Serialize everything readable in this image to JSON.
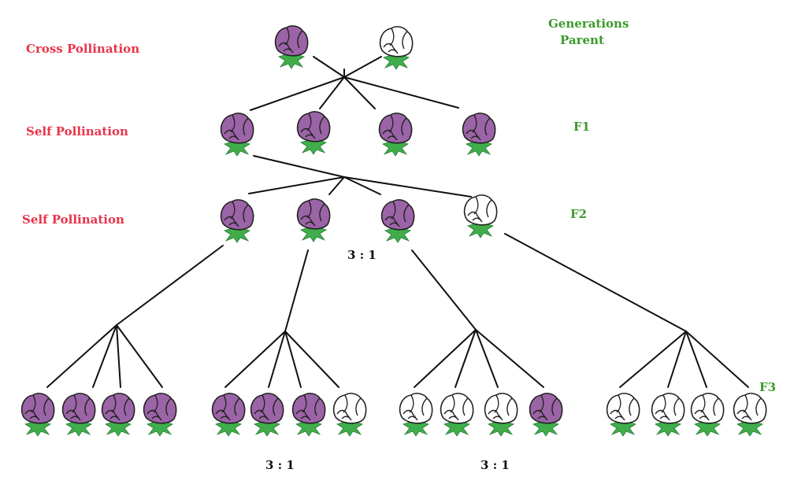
{
  "labels": {
    "cross_pollination": "Cross Pollination",
    "self_pollination_1": "Self Pollination",
    "self_pollination_2": "Self Pollination",
    "generations": "Generations",
    "parent": "Parent",
    "f1": "F1",
    "f2": "F2",
    "f3": "F3"
  },
  "ratios": {
    "f2_ratio": "3 : 1",
    "f3_group1_ratio": "3 : 1",
    "f3_group2_ratio": "3 : 1"
  },
  "colors": {
    "purple_flower": "#9b64a6",
    "white_flower": "#ffffff",
    "leaf": "#3fae4a",
    "pollination_label": "#e8344a",
    "generation_label": "#3c9a2a"
  },
  "generations": {
    "parent": [
      "purple",
      "white"
    ],
    "f1": [
      "purple",
      "purple",
      "purple",
      "purple"
    ],
    "f2": [
      "purple",
      "purple",
      "purple",
      "white"
    ],
    "f3": [
      [
        "purple",
        "purple",
        "purple",
        "purple"
      ],
      [
        "purple",
        "purple",
        "purple",
        "white"
      ],
      [
        "white",
        "white",
        "white",
        "purple"
      ],
      [
        "white",
        "white",
        "white",
        "white"
      ]
    ]
  }
}
